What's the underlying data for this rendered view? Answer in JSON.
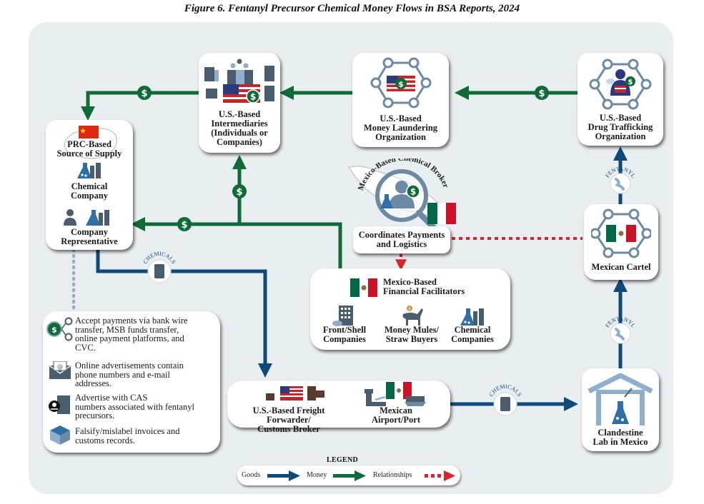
{
  "title": "Figure 6. Fentanyl Precursor Chemical Money Flows in BSA Reports, 2024",
  "colors": {
    "goods": "#0e4a7a",
    "money": "#0f6b38",
    "relationships": "#d9232e",
    "panel": "#e9eef1",
    "icon_slate": "#4a5d6f",
    "icon_light": "#8fb0cc"
  },
  "nodes": {
    "prc": {
      "title_line1": "PRC-Based",
      "title_line2": "Source of Supply",
      "chem_line1": "Chemical",
      "chem_line2": "Company",
      "rep_line1": "Company",
      "rep_line2": "Representative",
      "flag": "china-flag-icon"
    },
    "intermediaries": {
      "line1": "U.S.-Based",
      "line2": "Intermediaries",
      "line3": "(Individuals or",
      "line4": "Companies)"
    },
    "mlo": {
      "line1": "U.S.-Based",
      "line2": "Money Laundering",
      "line3": "Organization"
    },
    "dto": {
      "line1": "U.S.-Based",
      "line2": "Drug Trafficking",
      "line3": "Organization"
    },
    "broker": {
      "arc_label": "Mexico-Based Chemical Broker",
      "line1": "Coordinates Payments",
      "line2": "and Logistics"
    },
    "cartel": {
      "label": "Mexican Cartel"
    },
    "facilitators": {
      "line1": "Mexico-Based",
      "line2": "Financial Facilitators",
      "items": [
        {
          "line1": "Front/Shell",
          "line2": "Companies",
          "icon": "building-icon"
        },
        {
          "line1": "Money Mules/",
          "line2": "Straw Buyers",
          "icon": "donkey-icon"
        },
        {
          "line1": "Chemical",
          "line2": "Companies",
          "icon": "chemical-factory-icon"
        }
      ]
    },
    "freight": {
      "line1": "U.S.-Based Freight Forwarder/",
      "line2": "Customs Broker",
      "port_line1": "Mexican",
      "port_line2": "Airport/Port"
    },
    "lab": {
      "line1": "Clandestine",
      "line2": "Lab in Mexico"
    }
  },
  "tactics": [
    {
      "icon": "payment-network-icon",
      "lines": [
        "Accept payments via bank wire",
        "transfer, MSB funds transfer,",
        "online payment platforms, and",
        "CVC."
      ]
    },
    {
      "icon": "email-icon",
      "lines": [
        "Online advertisements contain",
        "phone numbers and e-mail",
        "addresses."
      ]
    },
    {
      "icon": "toxic-barrel-icon",
      "lines": [
        "Advertise with CAS",
        "numbers associated with fentanyl",
        "precursors."
      ]
    },
    {
      "icon": "box-icon",
      "lines": [
        "Falsify/mislabel invoices and",
        "customs records."
      ]
    }
  ],
  "flow_labels": {
    "chemicals": "CHEMICALS",
    "fentanyl": "FENTANYL",
    "money_symbol": "$"
  },
  "legend": {
    "title": "LEGEND",
    "goods": "Goods",
    "money": "Money",
    "relationships": "Relationships"
  }
}
